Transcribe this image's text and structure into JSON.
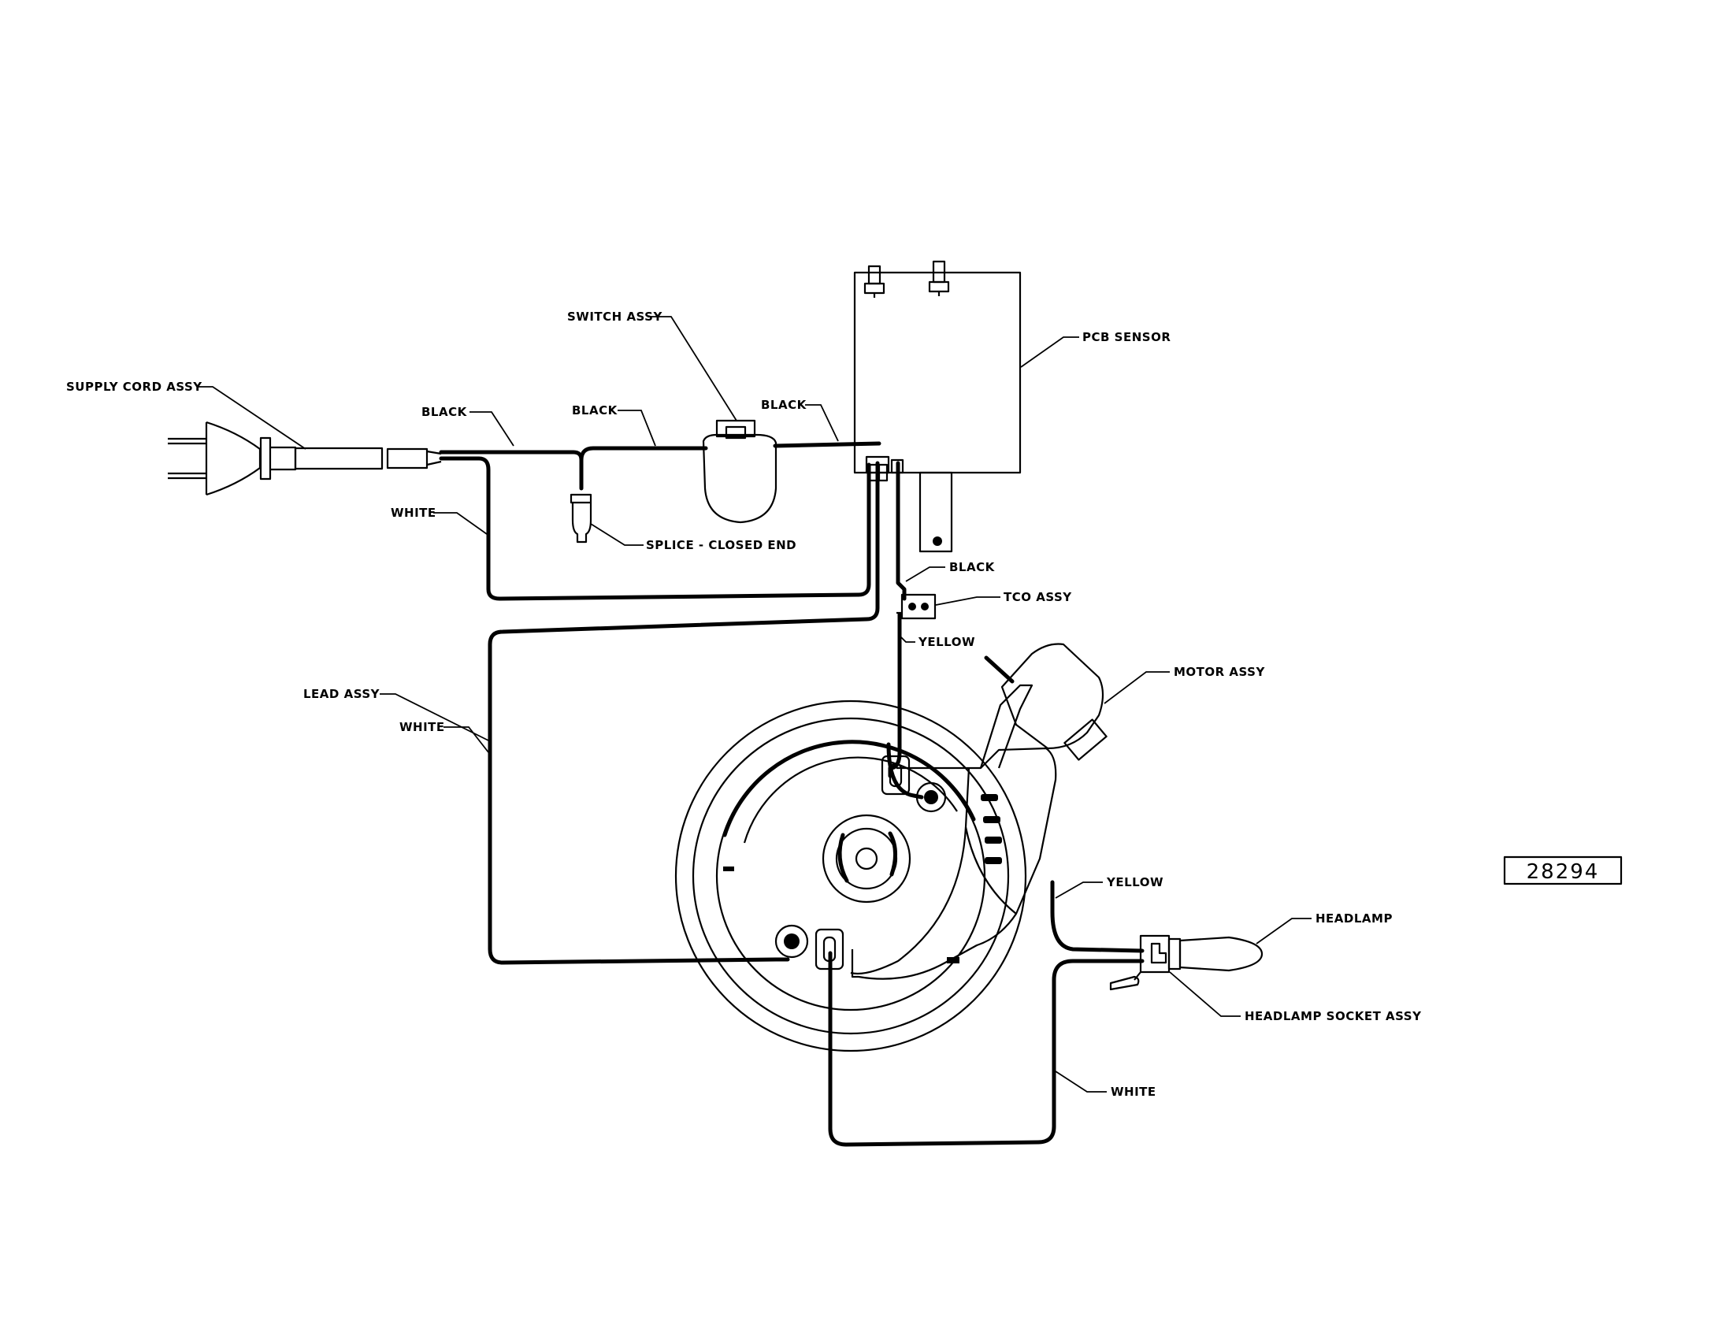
{
  "labels": {
    "supply_cord": "SUPPLY CORD ASSY",
    "black_1": "BLACK",
    "black_2": "BLACK",
    "black_3": "BLACK",
    "black_4": "BLACK",
    "switch_assy": "SWITCH ASSY",
    "pcb_sensor": "PCB SENSOR",
    "white_1": "WHITE",
    "white_2": "WHITE",
    "white_3": "WHITE",
    "splice": "SPLICE - CLOSED END",
    "tco_assy": "TCO ASSY",
    "yellow_1": "YELLOW",
    "yellow_2": "YELLOW",
    "lead_assy": "LEAD ASSY",
    "motor_assy": "MOTOR ASSY",
    "headlamp": "HEADLAMP",
    "headlamp_socket": "HEADLAMP SOCKET ASSY"
  },
  "reference_number": "28294"
}
